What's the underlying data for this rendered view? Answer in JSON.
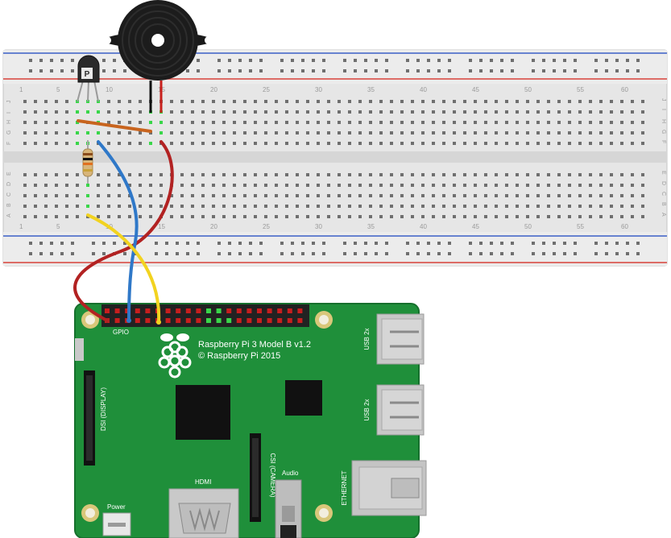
{
  "breadboard": {
    "row_numbers_top": [
      "1",
      "5",
      "10",
      "15",
      "20",
      "25",
      "30",
      "35",
      "40",
      "45",
      "50",
      "55",
      "60"
    ],
    "row_numbers_bottom": [
      "1",
      "5",
      "10",
      "15",
      "20",
      "25",
      "30",
      "35",
      "40",
      "45",
      "50",
      "55",
      "60"
    ],
    "column_letters_upper": [
      "J",
      "I",
      "H",
      "G",
      "F"
    ],
    "column_letters_lower": [
      "E",
      "D",
      "C",
      "B",
      "A"
    ],
    "colors": {
      "rail_red": "#d8413a",
      "rail_blue": "#3b5fc6",
      "board": "#e8e8e8",
      "hole": "#6f6f6f"
    }
  },
  "components": {
    "transistor_label": "P",
    "buzzer": "piezo-buzzer",
    "resistor": "resistor"
  },
  "wires": {
    "colors": {
      "orange": "#c8641e",
      "blue": "#2f78c8",
      "red": "#b22222",
      "yellow": "#f2d320",
      "black": "#111111"
    }
  },
  "pi": {
    "title_line1": "Raspberry Pi 3 Model B v1.2",
    "title_line2": "© Raspberry Pi 2015",
    "gpio_label": "GPIO",
    "usb1_label": "USB 2x",
    "usb2_label": "USB 2x",
    "ethernet_label": "ETHERNET",
    "dsi_label": "DSI (DISPLAY)",
    "csi_label": "CSI (CAMERA)",
    "hdmi_label": "HDMI",
    "audio_label": "Audio",
    "power_label": "Power",
    "colors": {
      "board": "#1f8f3a",
      "board_edge": "#16702d"
    }
  }
}
